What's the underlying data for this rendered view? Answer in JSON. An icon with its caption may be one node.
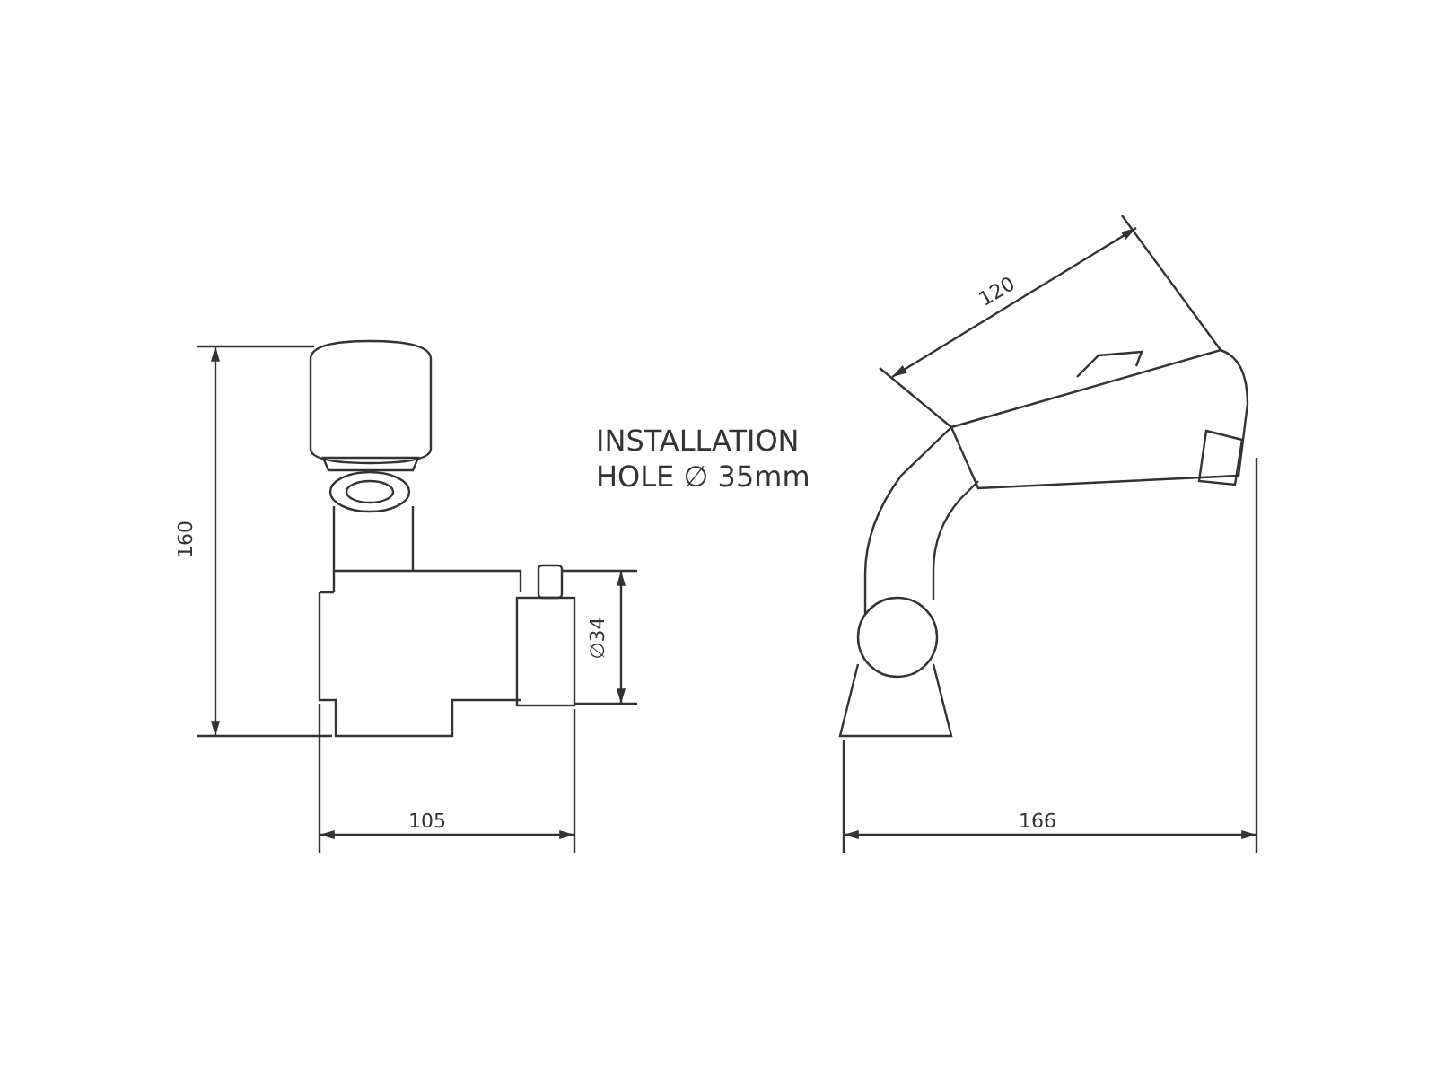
{
  "diagram": {
    "labels": [
      "160",
      "INSTALLATION HOLE ∅ 35mm",
      "120",
      "∅34",
      "105",
      "166"
    ]
  }
}
